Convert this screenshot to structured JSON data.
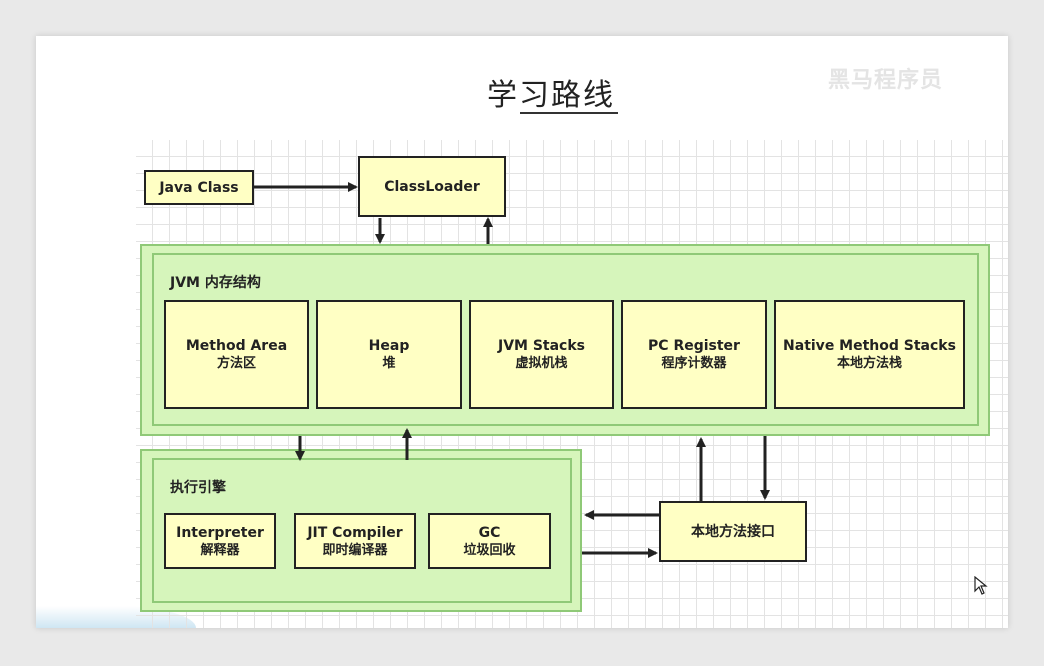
{
  "page": {
    "title": "学习路线",
    "watermark": "黑马程序员"
  },
  "diagram": {
    "java_class": "Java Class",
    "class_loader": "ClassLoader",
    "jvm_memory": {
      "label": "JVM 内存结构",
      "areas": [
        {
          "en": "Method Area",
          "zh": "方法区"
        },
        {
          "en": "Heap",
          "zh": "堆"
        },
        {
          "en": "JVM Stacks",
          "zh": "虚拟机栈"
        },
        {
          "en": "PC Register",
          "zh": "程序计数器"
        },
        {
          "en": "Native Method Stacks",
          "zh": "本地方法栈"
        }
      ]
    },
    "execution_engine": {
      "label": "执行引擎",
      "parts": [
        {
          "en": "Interpreter",
          "zh": "解释器"
        },
        {
          "en": "JIT Compiler",
          "zh": "即时编译器"
        },
        {
          "en": "GC",
          "zh": "垃圾回收"
        }
      ]
    },
    "native_interface": "本地方法接口"
  },
  "colors": {
    "box_fill": "#ffffc4",
    "panel_fill": "#d6f5bb",
    "panel_border": "#8fc977",
    "line": "#222222"
  }
}
